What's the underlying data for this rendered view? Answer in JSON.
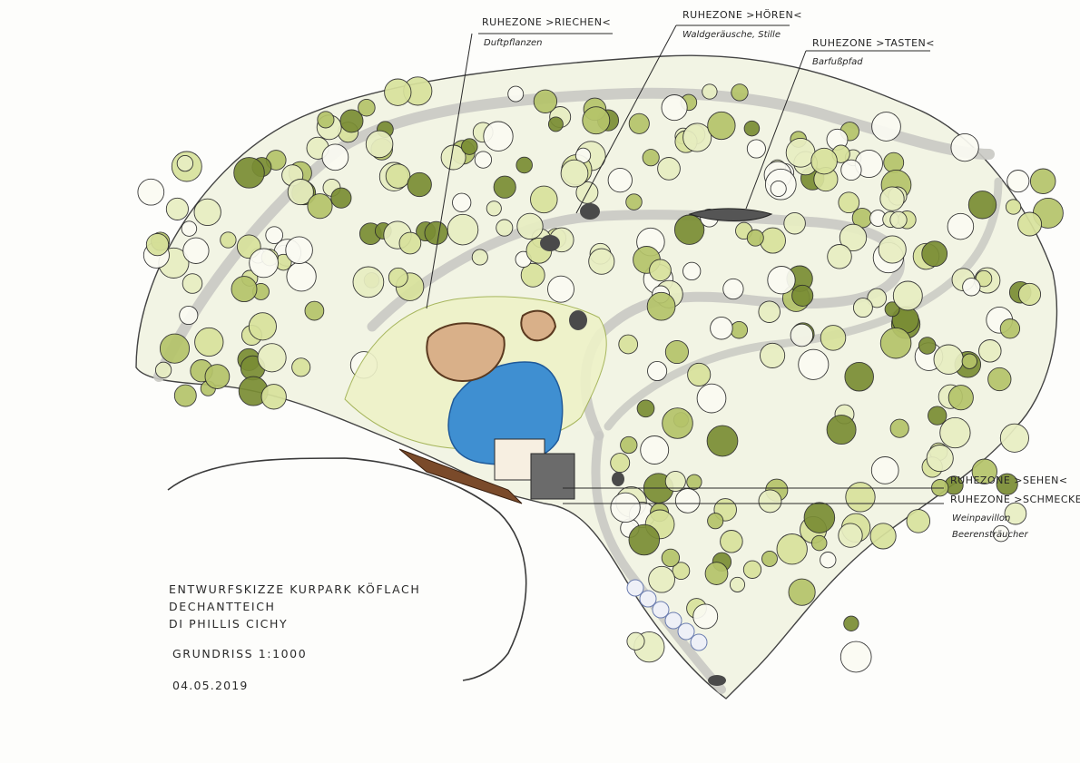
{
  "annotations": {
    "riechen": {
      "title": "RUHEZONE >RIECHEN<",
      "subtitle": "Duftpflanzen"
    },
    "hoeren": {
      "title": "RUHEZONE >HÖREN<",
      "subtitle": "Waldgeräusche, Stille"
    },
    "tasten": {
      "title": "RUHEZONE >TASTEN<",
      "subtitle": "Barfußpfad"
    },
    "sehen": {
      "title": "RUHEZONE >SEHEN<"
    },
    "schmecken": {
      "title": "RUHEZONE >SCHMECKEN",
      "subtitle1": "Weinpavillon",
      "subtitle2": "Beerensträucher"
    }
  },
  "title_block": {
    "line1": "ENTWURFSKIZZE KURPARK KÖFLACH",
    "line2": "DECHANTTEICH",
    "line3": "DI PHILLIS CICHY",
    "scale": "GRUNDRISS 1:1000",
    "date": "04.05.2019"
  },
  "colors": {
    "canopy_light": "#e8eec2",
    "canopy_mid": "#b5c46a",
    "canopy_dark": "#7a8d34",
    "water": "#3f8fd1",
    "water_dark": "#1f5a9a",
    "wood": "#7a4a2a",
    "ink": "#2a2a2a",
    "path": "#c9c9c3"
  },
  "icons": [
    "tree-canopy-icon",
    "stone-icon",
    "seat-bench-icon"
  ]
}
